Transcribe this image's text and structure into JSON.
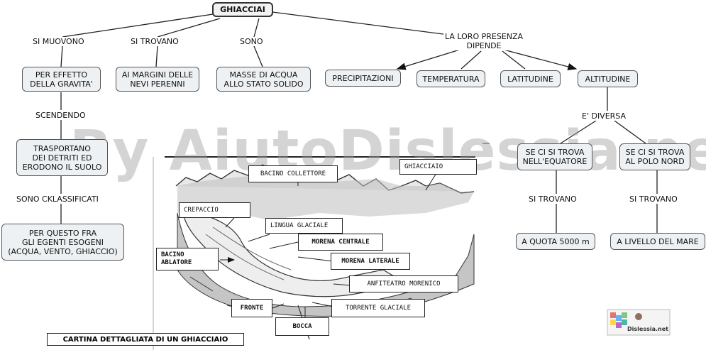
{
  "title": "GHIACCIAI",
  "links": {
    "si_muovono": "SI MUOVONO",
    "si_trovano": "SI TROVANO",
    "sono": "SONO",
    "presenza": "LA LORO PRESENZA\nDIPENDE",
    "scendendo": "SCENDENDO",
    "sono_classificati": "SONO CKLASSIFICATI",
    "e_diversa": "E' DIVERSA",
    "si_trovano_eq": "SI TROVANO",
    "si_trovano_polo": "SI TROVANO"
  },
  "nodes": {
    "effetto_gravita": "PER EFFETTO\nDELLA GRAVITA'",
    "margini_nevi": "AI MARGINI DELLE\nNEVI PERENNI",
    "masse_acqua": "MASSE DI ACQUA\nALLO STATO SOLIDO",
    "precipitazioni": "PRECIPITAZIONI",
    "temperatura": "TEMPERATURA",
    "latitudine": "LATITUDINE",
    "altitudine": "ALTITUDINE",
    "trasportano": "TRASPORTANO\nDEI DETRITI ED\nERODONO IL SUOLO",
    "agenti_esogeni": "PER QUESTO FRA\nGLI EGENTI ESOGENI\n(ACQUA, VENTO, GHIACCIO)",
    "equatore": "SE CI SI TROVA\nNELL'EQUATORE",
    "polo_nord": "SE CI SI TROVA\nAL POLO NORD",
    "quota_5000": "A QUOTA 5000 m",
    "livello_mare": "A LIVELLO DEL MARE"
  },
  "glacier_labels": {
    "bacino_collettore": "BACINO COLLETTORE",
    "ghiacciaio": "GHIACCIAIO",
    "crepaccio": "CREPACCIO",
    "lingua_glaciale": "LINGUA GLACIALE",
    "morena_centrale": "MORENA CENTRALE",
    "bacino_ablatore": "BACINO\nABLATORE",
    "morena_laterale": "MORENA LATERALE",
    "anfiteatro_morenico": "ANFITEATRO MORENICO",
    "fronte": "FRONTE",
    "torrente_glaciale": "TORRENTE GLACIALE",
    "bocca": "BOCCA"
  },
  "caption": "CARTINA DETTAGLIATA DI UN GHIACCIAIO",
  "watermark": "By AiutoDislessia.net",
  "logo": "Dislessia.net"
}
